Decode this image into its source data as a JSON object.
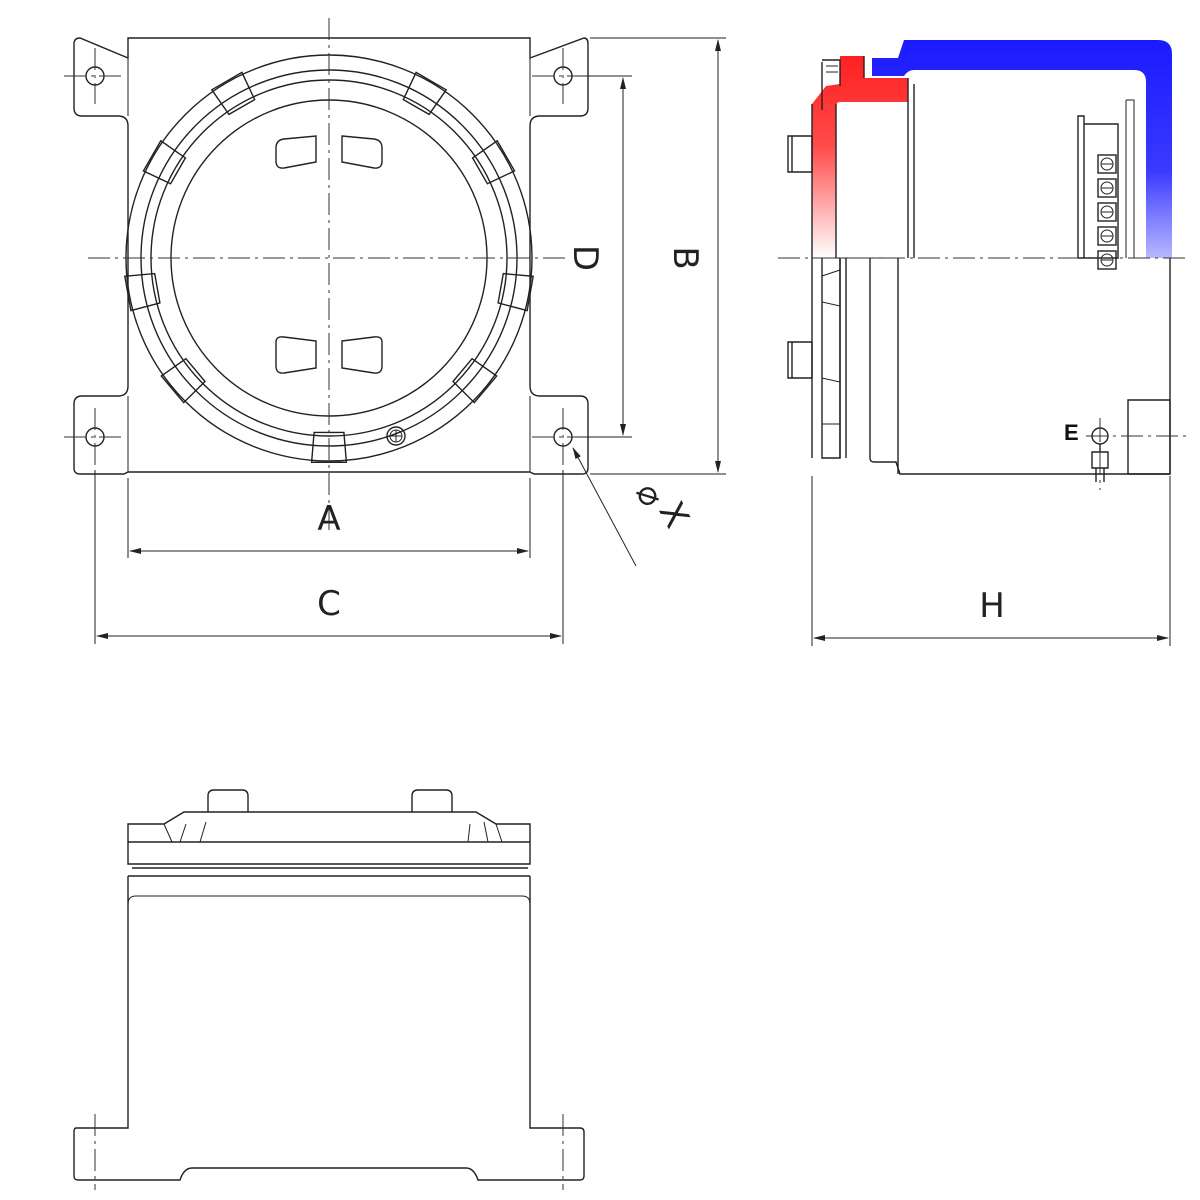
{
  "drawing": {
    "dimension_labels": {
      "A": "A",
      "B": "B",
      "C": "C",
      "D": "D",
      "H": "H",
      "X": "X",
      "E": "E"
    },
    "hole_symbol": "⌀",
    "colors": {
      "line": "#222222",
      "lid_highlight": "#ff2a2a",
      "body_highlight": "#1a1aff"
    }
  }
}
